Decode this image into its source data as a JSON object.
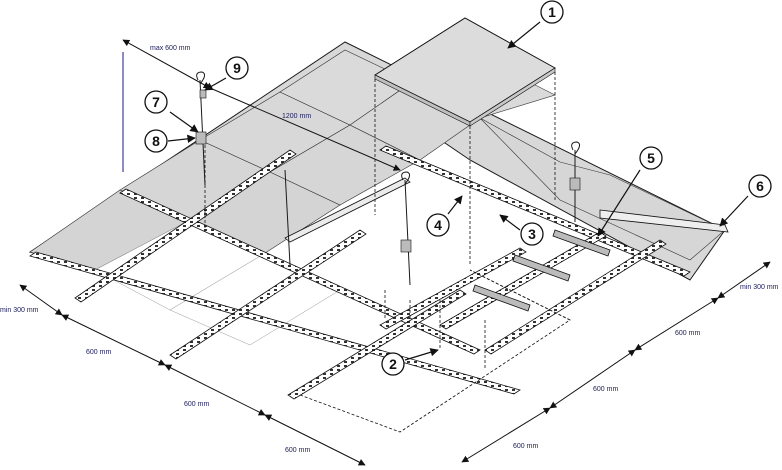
{
  "callouts": [
    "1",
    "2",
    "3",
    "4",
    "5",
    "6",
    "7",
    "8",
    "9"
  ],
  "dimensions": {
    "max_hanger": "max 600 mm",
    "main_span": "1200 mm",
    "left_edge_min": "min 300 mm",
    "left_600_a": "600 mm",
    "left_600_b": "600 mm",
    "left_600_c": "600 mm",
    "right_edge_min": "min 300 mm",
    "right_600_a": "600 mm",
    "right_600_b": "600 mm",
    "right_600_c": "600 mm"
  },
  "colors": {
    "line": "#1a1a1a",
    "panel_fill": "#d8d8d8",
    "tile_fill": "#dcdcdc",
    "rail_fill": "#ffffff",
    "dim_text": "#1a1a5a",
    "hanger_line": "#1a1a8a"
  }
}
